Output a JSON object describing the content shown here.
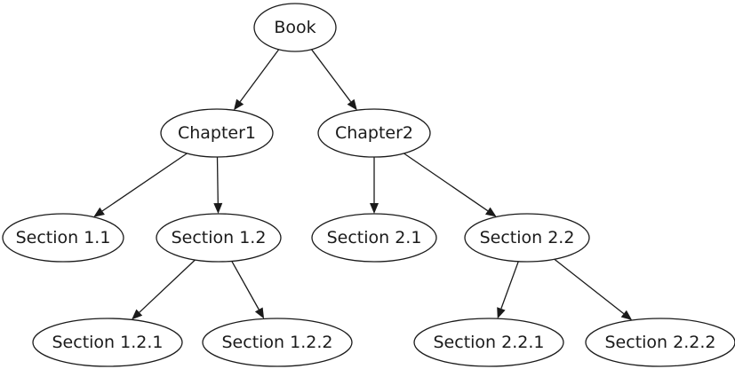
{
  "diagram": {
    "type": "tree",
    "nodes": [
      {
        "id": "book",
        "label": "Book"
      },
      {
        "id": "chapter1",
        "label": "Chapter1"
      },
      {
        "id": "chapter2",
        "label": "Chapter2"
      },
      {
        "id": "section-1-1",
        "label": "Section 1.1"
      },
      {
        "id": "section-1-2",
        "label": "Section 1.2"
      },
      {
        "id": "section-2-1",
        "label": "Section 2.1"
      },
      {
        "id": "section-2-2",
        "label": "Section 2.2"
      },
      {
        "id": "section-1-2-1",
        "label": "Section 1.2.1"
      },
      {
        "id": "section-1-2-2",
        "label": "Section 1.2.2"
      },
      {
        "id": "section-2-2-1",
        "label": "Section 2.2.1"
      },
      {
        "id": "section-2-2-2",
        "label": "Section 2.2.2"
      }
    ],
    "edges": [
      {
        "from": "book",
        "to": "chapter1"
      },
      {
        "from": "book",
        "to": "chapter2"
      },
      {
        "from": "chapter1",
        "to": "section-1-1"
      },
      {
        "from": "chapter1",
        "to": "section-1-2"
      },
      {
        "from": "chapter2",
        "to": "section-2-1"
      },
      {
        "from": "chapter2",
        "to": "section-2-2"
      },
      {
        "from": "section-1-2",
        "to": "section-1-2-1"
      },
      {
        "from": "section-1-2",
        "to": "section-1-2-2"
      },
      {
        "from": "section-2-2",
        "to": "section-2-2-1"
      },
      {
        "from": "section-2-2",
        "to": "section-2-2-2"
      }
    ]
  }
}
